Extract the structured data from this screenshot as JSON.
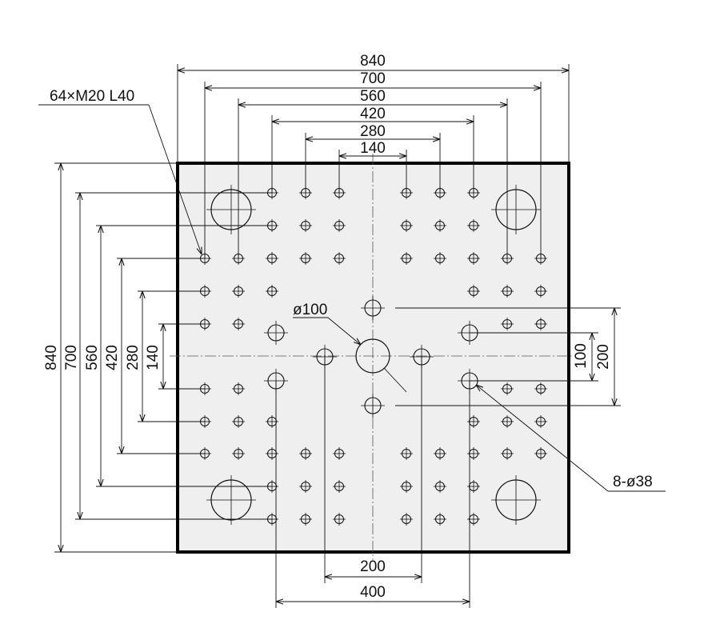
{
  "colors": {
    "plate_fill": "#efefef",
    "plate_outline": "#000000",
    "line": "#111111"
  },
  "diagram": {
    "top_dimensions": [
      "840",
      "700",
      "560",
      "420",
      "280",
      "140"
    ],
    "left_dimensions": [
      "840",
      "700",
      "560",
      "420",
      "280",
      "140"
    ],
    "right_dimensions": [
      "100",
      "200"
    ],
    "bottom_dimensions": [
      "200",
      "400"
    ],
    "callouts": {
      "tapped_holes": "64×M20 L40",
      "center_hole": "ø100",
      "through_holes": "8-ø38"
    }
  }
}
